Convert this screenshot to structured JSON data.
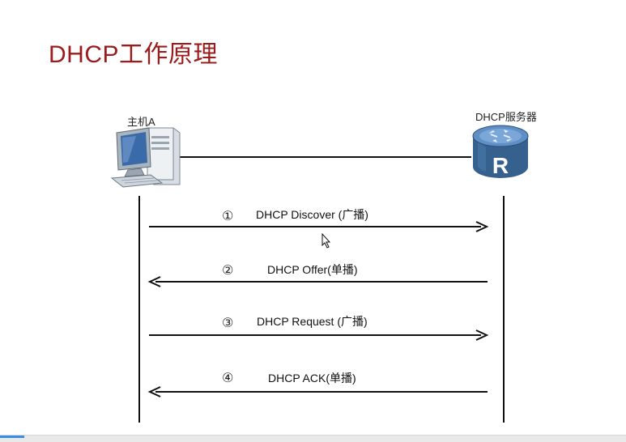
{
  "title": "DHCP工作原理",
  "host_label": "主机A",
  "server_label": "DHCP服务器",
  "router_letter": "R",
  "messages": [
    {
      "step": "①",
      "label": "DHCP Discover (广播)",
      "direction": "to-server"
    },
    {
      "step": "②",
      "label": "DHCP Offer(单播)",
      "direction": "to-host"
    },
    {
      "step": "③",
      "label": "DHCP Request (广播)",
      "direction": "to-server"
    },
    {
      "step": "④",
      "label": "DHCP ACK(单播)",
      "direction": "to-host"
    }
  ],
  "icons": {
    "host": "computer-icon",
    "server": "router-icon",
    "cursor": "mouse-pointer-icon"
  }
}
